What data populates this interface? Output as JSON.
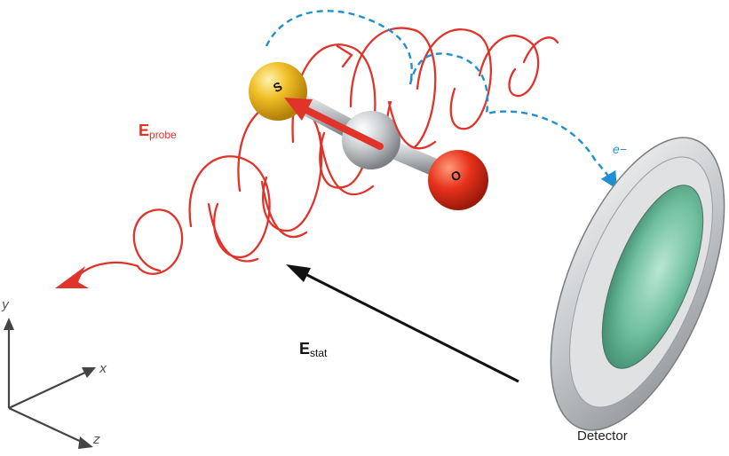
{
  "labels": {
    "e_probe_main": "E",
    "e_probe_sub": "probe",
    "e_stat_main": "E",
    "e_stat_sub": "stat",
    "electron": "e−",
    "detector": "Detector",
    "atom_s": "S",
    "atom_o": "O",
    "axis_x": "x",
    "axis_y": "y",
    "axis_z": "z"
  },
  "colors": {
    "probe_field": "#e0332a",
    "electron_path": "#1f8fd0",
    "static_field": "#111111",
    "sulfur": "#e9b21a",
    "carbon": "#b9bcc0",
    "oxygen": "#e0331f",
    "detector_screen": "#6fbf9f"
  }
}
